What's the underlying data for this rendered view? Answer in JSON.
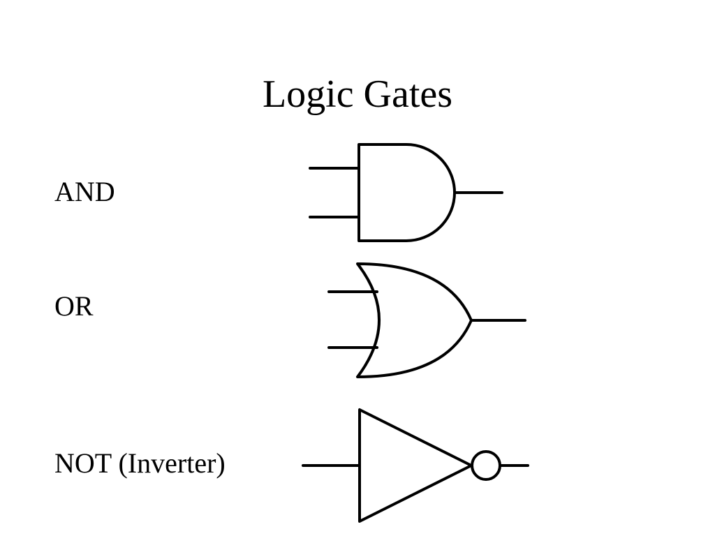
{
  "title": "Logic Gates",
  "gates": [
    {
      "id": "and",
      "label": "AND",
      "symbol": "and-gate-icon",
      "inputs": 2,
      "outputs": 1
    },
    {
      "id": "or",
      "label": "OR",
      "symbol": "or-gate-icon",
      "inputs": 2,
      "outputs": 1
    },
    {
      "id": "not",
      "label": "NOT (Inverter)",
      "symbol": "not-gate-icon",
      "inputs": 1,
      "outputs": 1
    }
  ],
  "colors": {
    "background": "#ffffff",
    "stroke": "#000000",
    "text": "#000000"
  }
}
